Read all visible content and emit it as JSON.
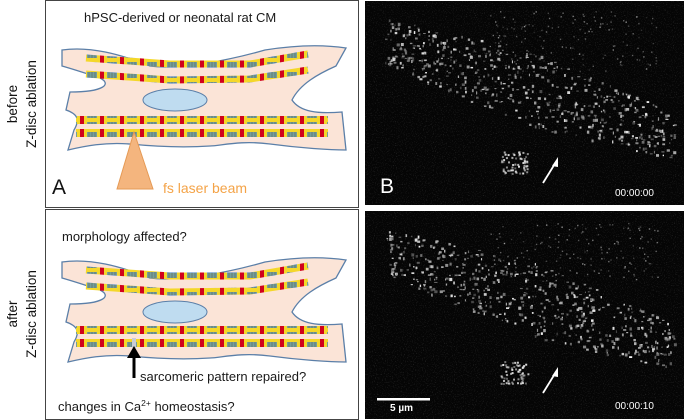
{
  "left_panel": {
    "top": {
      "side_label_line1": "before",
      "side_label_line2": "Z-disc ablation",
      "header": "hPSC-derived or neonatal rat CM",
      "laser_label": "fs laser beam",
      "panel_letter": "A"
    },
    "bottom": {
      "side_label_line1": "after",
      "side_label_line2": "Z-disc ablation",
      "question_1": "morphology affected?",
      "question_2": "sarcomeric pattern repaired?",
      "question_3_prefix": "changes in Ca",
      "question_3_superscript": "2+",
      "question_3_suffix": " homeostasis?"
    }
  },
  "right_panel": {
    "panel_letter": "B",
    "timestamp_top": "00:00:00",
    "timestamp_bottom": "00:00:10",
    "scale_bar_label": "5 µm"
  },
  "colors": {
    "cell_fill": "#fbe4d7",
    "cell_outline": "#5b7fa8",
    "z_disc": "#d0021b",
    "actin": "#f2d21b",
    "myosin": "#3e8ede",
    "nucleus": "#bfdcf0",
    "laser": "#f4b57e"
  }
}
